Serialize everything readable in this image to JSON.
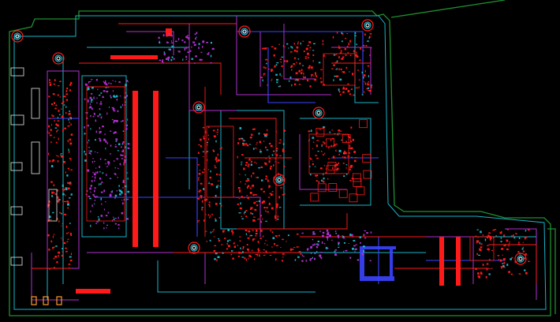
{
  "viewer": {
    "background": "#000000",
    "layers": [
      {
        "name": "board-outline",
        "color": "#1f8f2e"
      },
      {
        "name": "top-copper",
        "color": "#ff1a1a"
      },
      {
        "name": "bottom-copper",
        "color": "#3a44ff"
      },
      {
        "name": "inner-signal",
        "color": "#b030d0"
      },
      {
        "name": "inner-plane",
        "color": "#19b3c8"
      },
      {
        "name": "silkscreen",
        "color": "#e8e8e8"
      },
      {
        "name": "pads",
        "color": "#ff9a2a"
      }
    ]
  }
}
